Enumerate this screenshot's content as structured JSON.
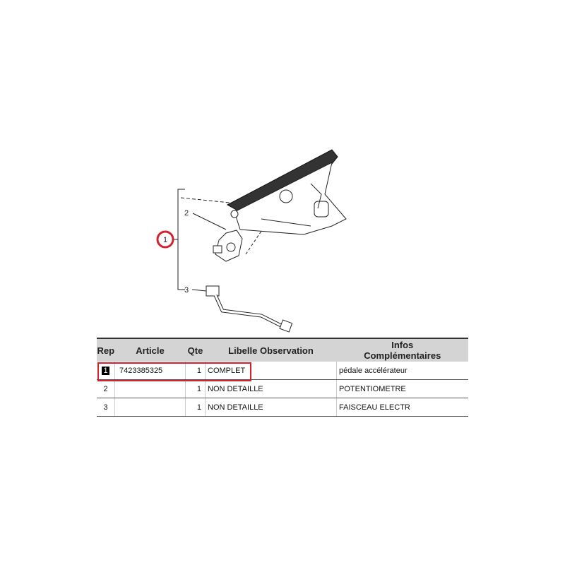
{
  "diagram": {
    "callouts": [
      "1",
      "2",
      "3"
    ],
    "highlight_color": "#d2222e"
  },
  "table": {
    "headers": [
      "Rep",
      "Article",
      "Qte",
      "Libelle Observation",
      "Infos",
      "Complémentaires"
    ],
    "rows": [
      {
        "rep": "1",
        "article": "7423385325",
        "qte": "1",
        "libelle": "COMPLET",
        "infos": "pédale accélérateur"
      },
      {
        "rep": "2",
        "article": "",
        "qte": "1",
        "libelle": "NON DETAILLE",
        "infos": "POTENTIOMETRE"
      },
      {
        "rep": "3",
        "article": "",
        "qte": "1",
        "libelle": "NON DETAILLE",
        "infos": "FAISCEAU ELECTR"
      }
    ]
  }
}
